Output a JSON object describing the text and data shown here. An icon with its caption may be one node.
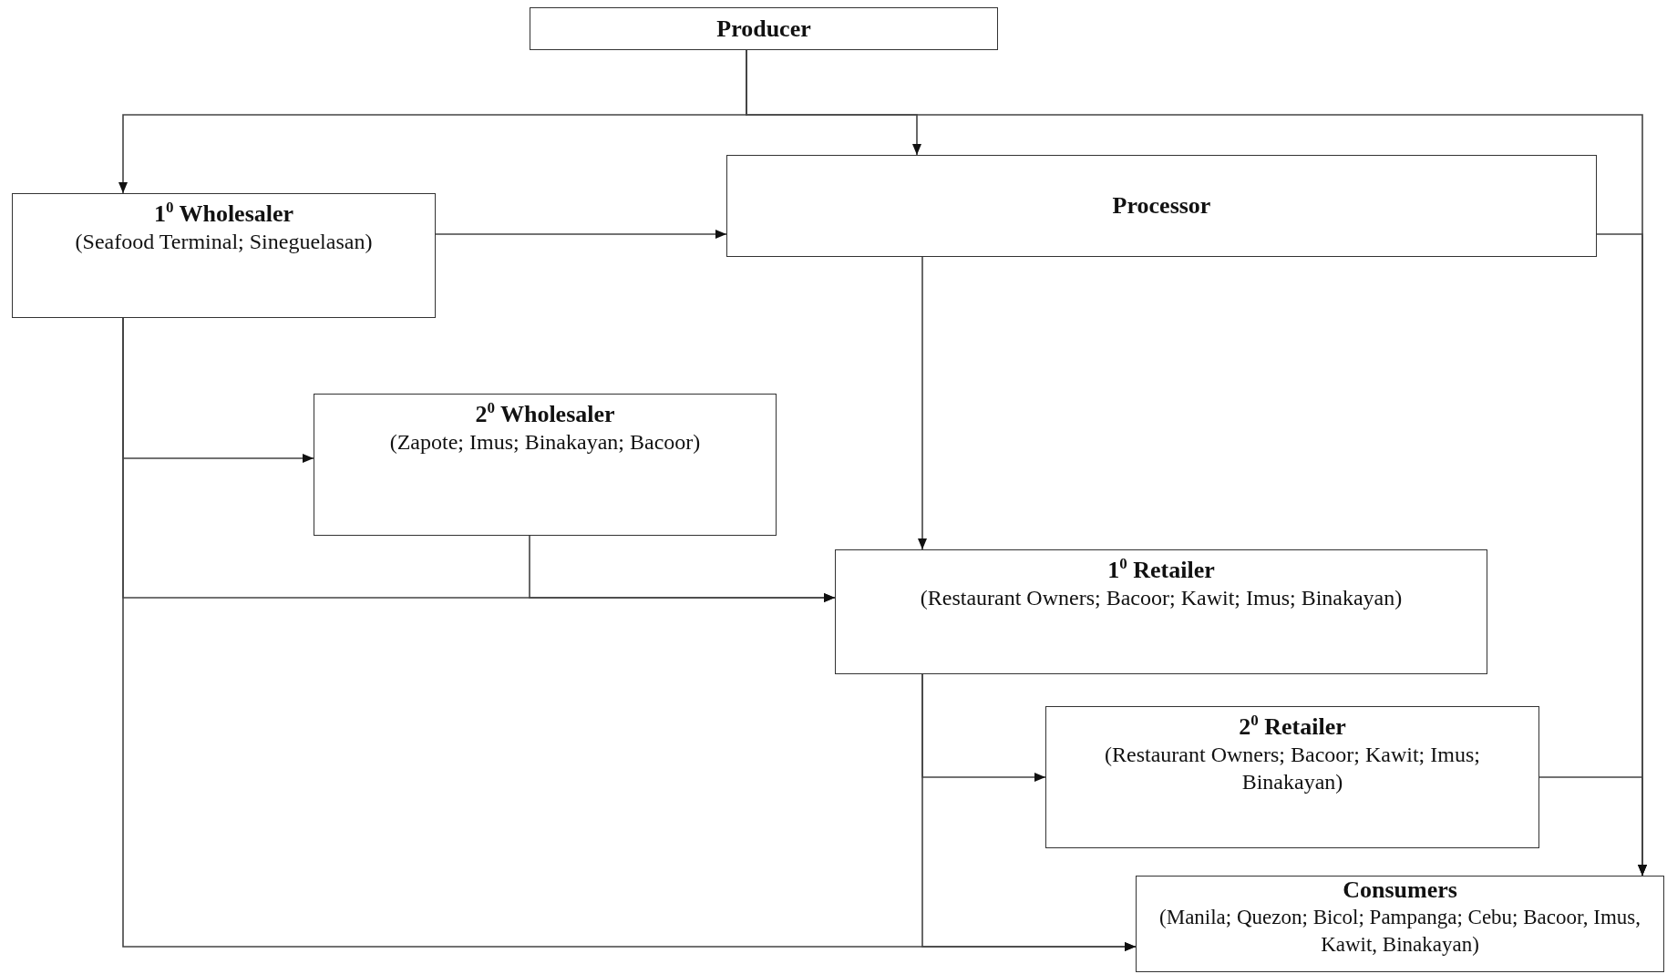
{
  "diagram": {
    "nodes": [
      {
        "text": [
          "Producer"
        ]
      },
      {
        "text": [
          "1$^{0}$ Wholesaler",
          "(Seafood Terminal; Sineguelasan)"
        ]
      },
      {
        "text": [
          "Processor"
        ]
      },
      {
        "text": [
          "2$^{0}$ Wholesaler",
          "(Zapote; Imus; Binakayan; Bacoor)"
        ]
      },
      {
        "text": [
          "1$^{0}$ Retailer",
          "(Restaurant Owners; Bacoor; Kawit; Imus; Binakayan)"
        ]
      },
      {
        "text": [
          "2$^{0}$ Retailer",
          "(Restaurant Owners; Bacoor; Kawit; Imus; Binakayan)"
        ]
      },
      {
        "text": [
          "Consumers",
          "(Manila; Quezon; Bicol; Pampanga; Cebu; Bacoor, Imus, Kawit, Binakayan)"
        ]
      }
    ],
    "edges": [
      {
        "from": 0,
        "to": 1,
        "arrow": "to"
      },
      {
        "from": 0,
        "to": 2,
        "arrow": "to"
      },
      {
        "from": 0,
        "to": 6,
        "arrow": "to"
      },
      {
        "from": 1,
        "to": 2,
        "arrow": "to"
      },
      {
        "from": 2,
        "to": 6,
        "arrow": "to"
      },
      {
        "from": 5,
        "to": 6,
        "arrow": "to"
      },
      {
        "from": 1,
        "to": 3,
        "arrow": "to"
      },
      {
        "from": 1,
        "to": 4,
        "arrow": "to"
      },
      {
        "from": 1,
        "to": 6,
        "arrow": "to"
      },
      {
        "from": 3,
        "to": 4,
        "arrow": "to"
      },
      {
        "from": 2,
        "to": 4,
        "arrow": "to"
      },
      {
        "from": 4,
        "to": 5,
        "arrow": "to"
      },
      {
        "from": 4,
        "to": 6,
        "arrow": "to"
      }
    ]
  }
}
